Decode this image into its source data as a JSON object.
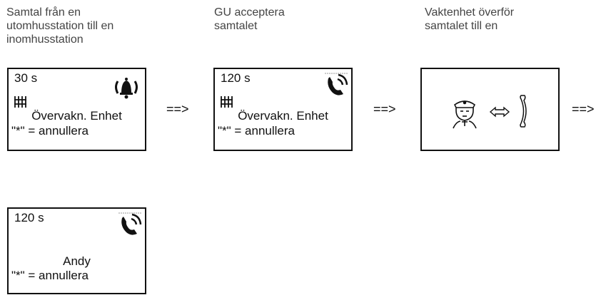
{
  "steps": [
    {
      "caption": "Samtal från en\nutomhusstation till en\ninomhusstation",
      "timer": "30 s",
      "icon": "ringing-bell-icon",
      "status_icon": "gate-icon",
      "message": "Övervakn. Enhet",
      "cancel": "\"*\" = annullera"
    },
    {
      "caption": "GU acceptera\nsamtalet",
      "timer": "120 s",
      "icon": "phone-call-icon",
      "status_icon": "gate-icon",
      "message": "Övervakn. Enhet",
      "cancel": "\"*\" = annullera"
    },
    {
      "caption": "Vaktenhet överför\nsamtalet till en",
      "icons": [
        "guard-icon",
        "transfer-arrow-icon",
        "handset-icon"
      ]
    },
    {
      "timer": "120 s",
      "icon": "phone-call-icon",
      "message": "Andy",
      "cancel": "\"*\" = annullera"
    }
  ],
  "arrows": [
    "==>",
    "==>",
    "==>"
  ]
}
